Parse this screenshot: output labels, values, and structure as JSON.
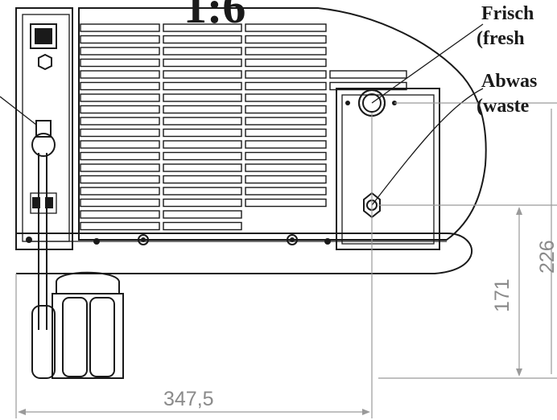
{
  "drawing": {
    "title_partial": "1:6",
    "callouts": {
      "fresh_water_label_de": "Frisch",
      "fresh_water_label_en": "(fresh",
      "waste_water_label_de": "Abwas",
      "waste_water_label_en": "(waste"
    },
    "dimensions": {
      "width_value": "347,5",
      "height_waste": "171",
      "height_fresh": "226"
    }
  }
}
